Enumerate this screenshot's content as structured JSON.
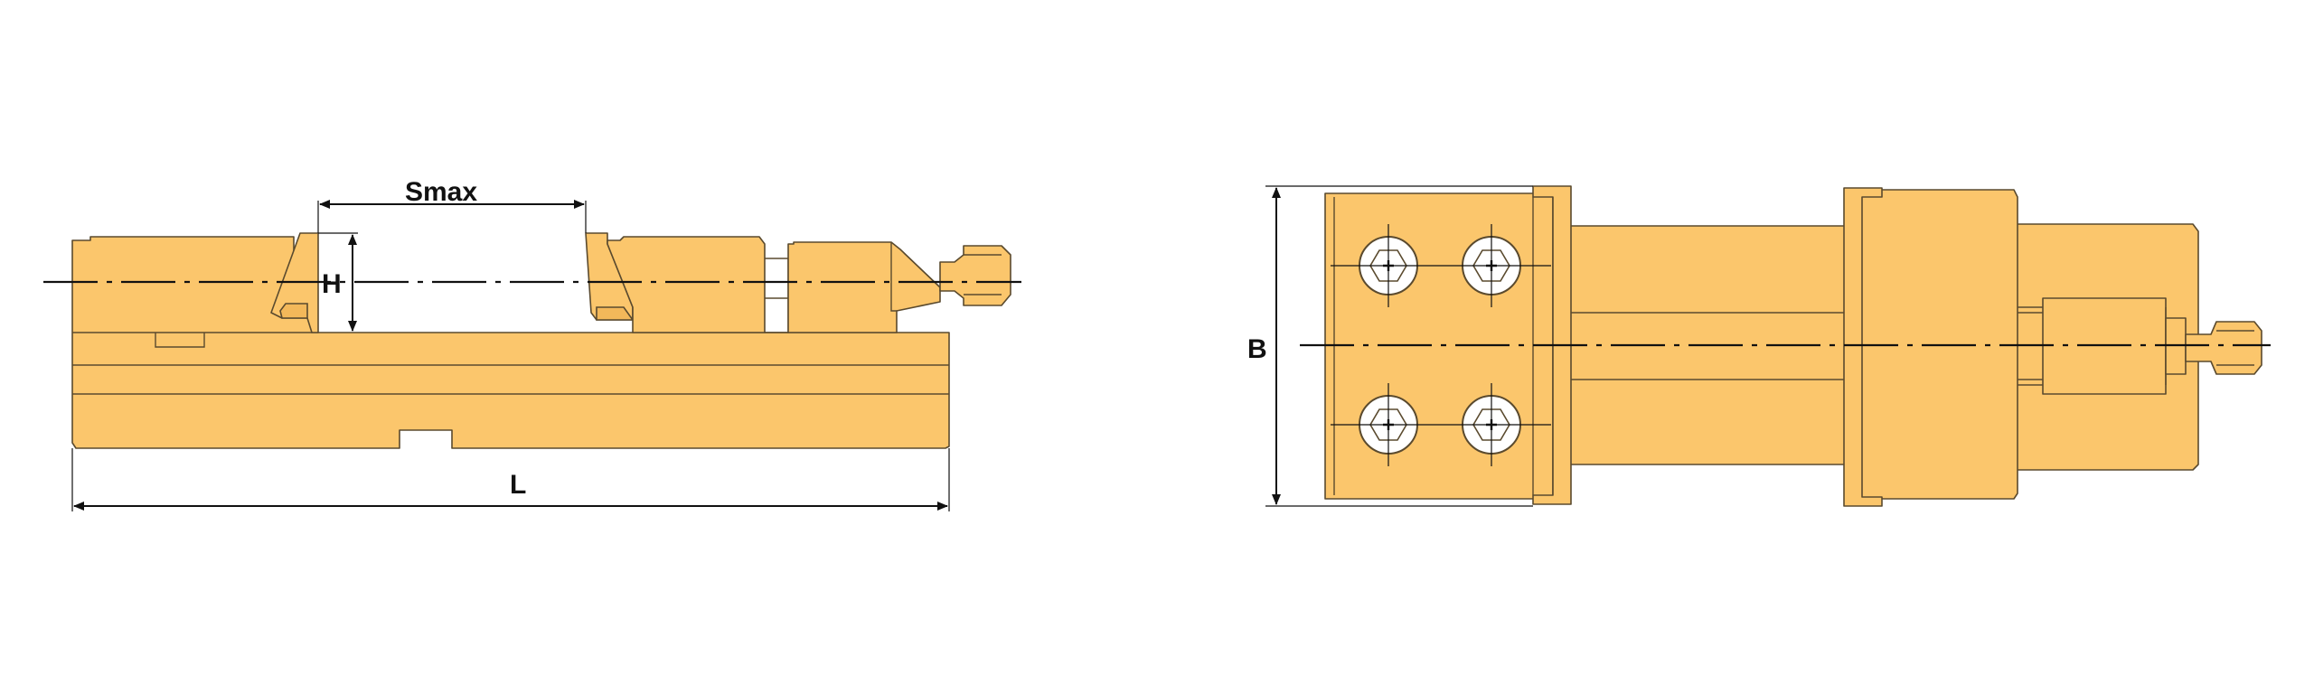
{
  "labels": {
    "smax": "Smax",
    "h": "H",
    "l": "L",
    "b": "B"
  },
  "colors": {
    "body": "#fbc66c",
    "outline": "#5a4a2e",
    "lines": "#111111",
    "background": "#ffffff"
  }
}
